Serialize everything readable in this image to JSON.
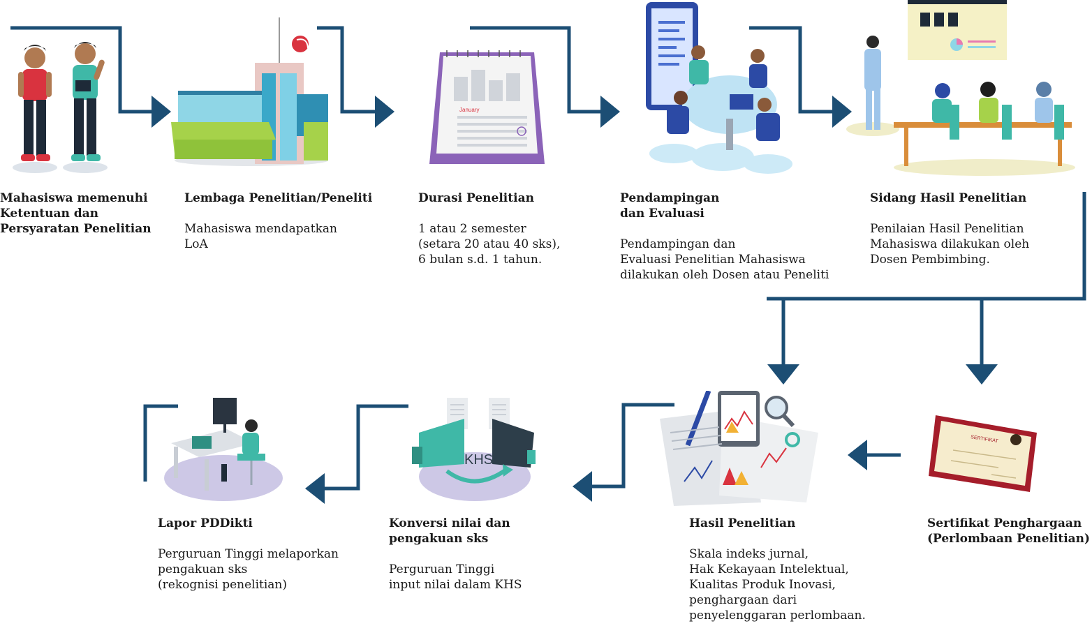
{
  "colors": {
    "connector": "#1c4e74",
    "accent_teal": "#3fb8a7",
    "accent_purple": "#8b63b8",
    "accent_red": "#d9333f"
  },
  "steps": [
    {
      "id": "step-1",
      "title": "Mahasiswa memenuhi\nKetentuan dan\nPersyaratan Penelitian",
      "description": "",
      "icon": "students-icon"
    },
    {
      "id": "step-2",
      "title": "Lembaga Penelitian/Peneliti",
      "description": "Mahasiswa mendapatkan\nLoA",
      "icon": "research-building-icon"
    },
    {
      "id": "step-3",
      "title": "Durasi Penelitian",
      "description": "1 atau 2 semester\n(setara 20 atau 40 sks),\n6 bulan s.d. 1 tahun.",
      "icon": "desk-calendar-icon",
      "calendar_month": "January"
    },
    {
      "id": "step-4",
      "title": "Pendampingan\ndan Evaluasi",
      "description": "Pendampingan dan\nEvaluasi Penelitian Mahasiswa\ndilakukan oleh Dosen atau Peneliti",
      "icon": "meeting-icon"
    },
    {
      "id": "step-5",
      "title": "Sidang Hasil Penelitian",
      "description": "Penilaian Hasil Penelitian\nMahasiswa dilakukan oleh\nDosen Pembimbing.",
      "icon": "presentation-icon"
    },
    {
      "id": "step-6",
      "title": "Sertifikat Penghargaan\n(Perlombaan Penelitian)",
      "description": "",
      "icon": "certificate-icon",
      "certificate_label": "SERTIFIKAT"
    },
    {
      "id": "step-7",
      "title": "Hasil Penelitian",
      "description": "Skala indeks jurnal,\nHak Kekayaan Intelektual,\nKualitas Produk Inovasi,\npenghargaan dari\npenyelenggaran perlombaan.",
      "icon": "research-report-icon"
    },
    {
      "id": "step-8",
      "title": "Konversi nilai dan\npengakuan sks",
      "description": "Perguruan Tinggi\ninput nilai dalam KHS",
      "icon": "khs-conversion-icon",
      "khs_label": "KHS"
    },
    {
      "id": "step-9",
      "title": "Lapor PDDikti",
      "description": "Perguruan Tinggi melaporkan\npengakuan sks\n(rekognisi penelitian)",
      "icon": "workstation-icon"
    }
  ]
}
